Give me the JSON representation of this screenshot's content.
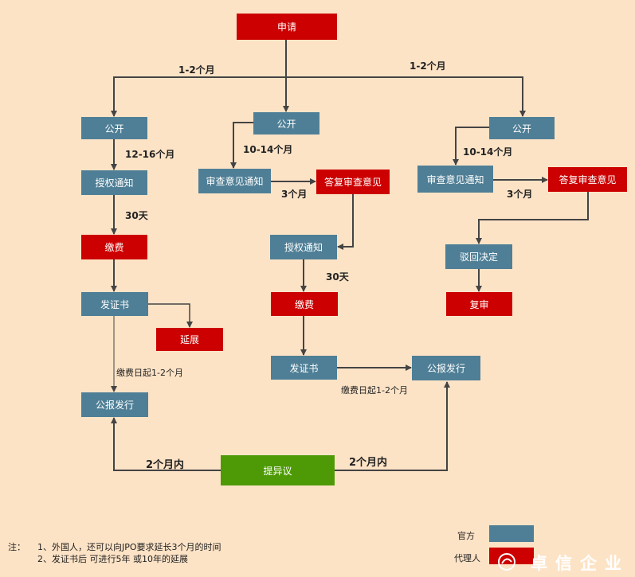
{
  "boxes": {
    "apply": "申请",
    "left_publish": "公开",
    "left_grant": "授权通知",
    "left_fee": "缴费",
    "left_cert": "发证书",
    "left_extend": "延展",
    "left_gazette": "公报发行",
    "mid_publish": "公开",
    "mid_exam": "审查意见通知",
    "mid_reply": "答复审查意见",
    "mid_grant": "授权通知",
    "mid_fee": "缴费",
    "mid_cert": "发证书",
    "mid_gazette": "公报发行",
    "right_publish": "公开",
    "right_exam": "审查意见通知",
    "right_reply": "答复审查意见",
    "right_reject": "驳回决定",
    "right_review": "复审",
    "objection": "提异议"
  },
  "labels": {
    "left_period": "1-2个月",
    "right_period": "1-2个月",
    "left_12_16": "12-16个月",
    "mid_10_14": "10-14个月",
    "right_10_14": "10-14个月",
    "mid_3m": "3个月",
    "right_3m": "3个月",
    "left_30d": "30天",
    "mid_30d": "30天",
    "left_fee_date": "缴费日起1-2个月",
    "mid_fee_date": "缴费日起1-2个月",
    "left_2m": "2个月内",
    "right_2m": "2个月内"
  },
  "notes": {
    "prefix": "注：",
    "line1": "1、外国人，还可以向JPO要求延长3个月的时间",
    "line2": "2、发证书后 可进行5年 或10年的延展"
  },
  "legend": {
    "official": "官方",
    "agent": "代理人"
  },
  "watermark": "卓信企业",
  "colors": {
    "background": "#fde3c6",
    "official": "#4f7f96",
    "agent": "#cc0000",
    "objection": "#4e9a06",
    "line": "#444444"
  }
}
